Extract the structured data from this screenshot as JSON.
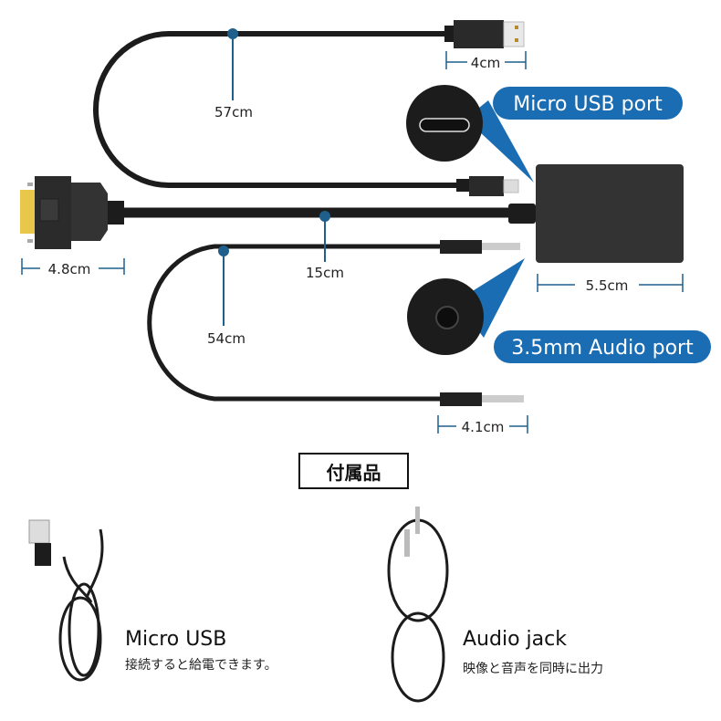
{
  "labels": {
    "usb_a_length": "4cm",
    "usb_cable_length": "57cm",
    "vga_width": "4.8cm",
    "main_cable_length": "15cm",
    "audio_cable_length": "54cm",
    "box_width": "5.5cm",
    "audio_plug_length": "4.1cm"
  },
  "callouts": {
    "micro_usb_port": "Micro USB port",
    "audio_port": "3.5mm Audio port"
  },
  "accessories": {
    "heading": "付属品",
    "items": [
      {
        "title": "Micro USB",
        "description": "接続すると給電できます。"
      },
      {
        "title": "Audio jack",
        "description": "映像と音声を同時に出力"
      }
    ]
  },
  "colors": {
    "accent": "#1a6db3",
    "cable": "#1c1c1c",
    "dimension_line": "#1f5f8b",
    "vga_gold": "#e8c84a"
  }
}
